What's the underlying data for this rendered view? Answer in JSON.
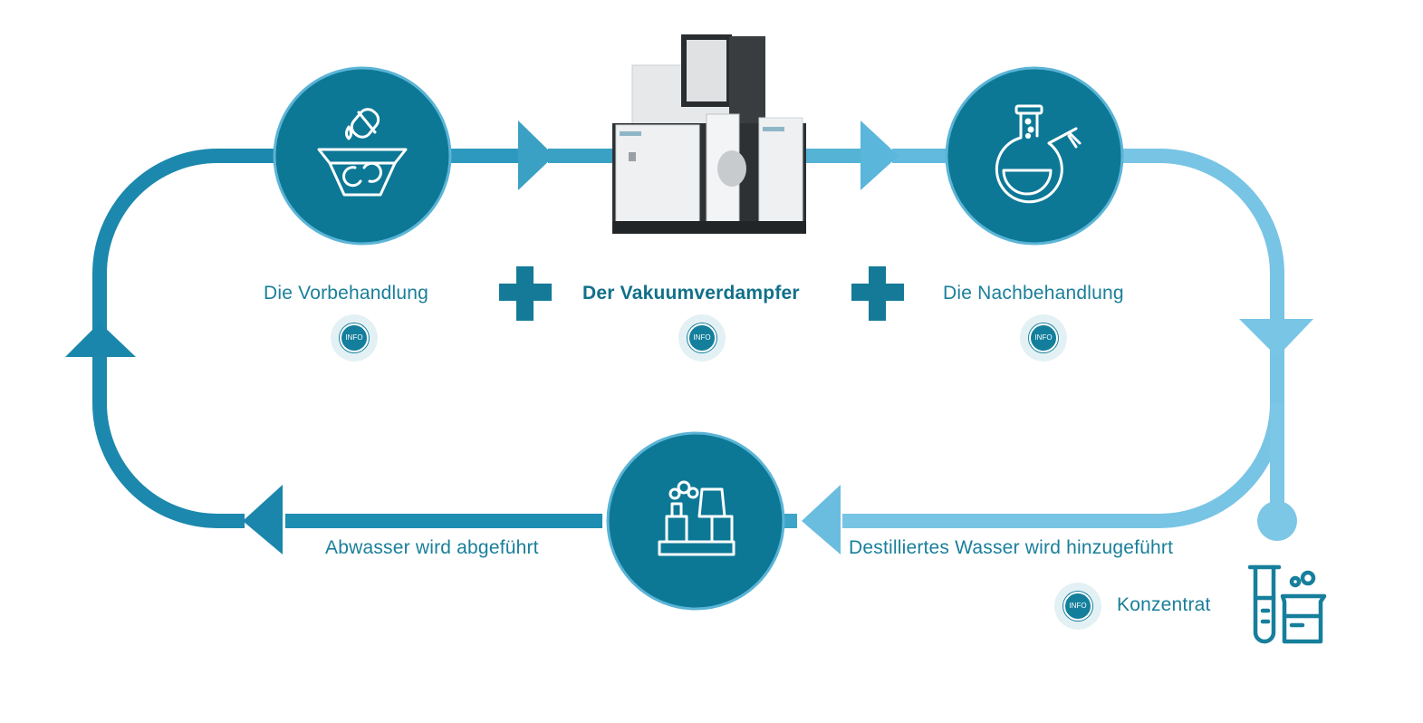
{
  "colors": {
    "dark": "#0d7a99",
    "mid": "#3aa4c6",
    "light": "#7cc6e6",
    "info_bg": "#e3f1f5"
  },
  "steps": {
    "pretreatment": {
      "label": "Die Vorbehandlung",
      "icon": "basin-pretreatment-icon"
    },
    "evaporator": {
      "label": "Der Vakuumverdampfer",
      "image": "vacuum-evaporator-machine"
    },
    "posttreatment": {
      "label": "Die Nachbehandlung",
      "icon": "flask-icon"
    },
    "wastewater": {
      "label": "Abwasser wird abgeführt",
      "icon": "factory-icon"
    },
    "distilled": {
      "label": "Destilliertes Wasser wird hinzugeführt"
    },
    "concentrate": {
      "label": "Konzentrat",
      "icon": "test-tube-beaker-icon"
    }
  },
  "info_label": "INFO"
}
